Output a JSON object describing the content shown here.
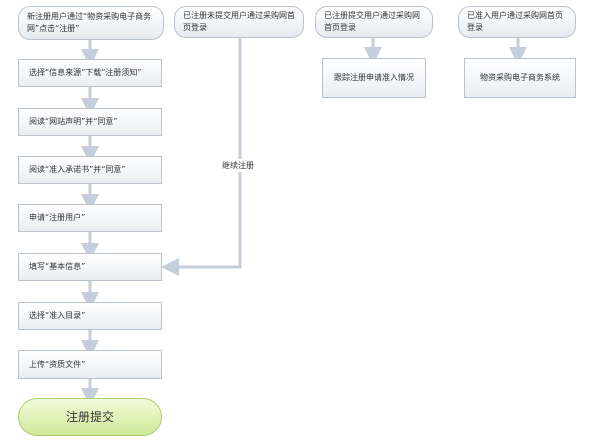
{
  "flowchart": {
    "start_new": "新注册用户通过“物资采购电子商务网”点击“注册”",
    "start_unsubmitted": "已注册未提交用户通过采购网首页登录",
    "start_submitted": "已注册提交用户通过采购网首页登录",
    "start_admitted": "已准入用户通过采购网首页登录",
    "step_download": "选择“信息来源”下载“注册须知”",
    "step_statement": "阅读“网站声明”并“同意”",
    "step_commitment": "阅读“准入承诺书”并“同意”",
    "step_apply": "申请“注册用户”",
    "step_basic_info": "填写“基本信息”",
    "step_catalog": "选择“准入目录”",
    "step_upload": "上传“资质文件”",
    "step_submit": "注册提交",
    "track_status": "跟踪注册申请准入情况",
    "ecommerce_system": "物资采购电子商务系统",
    "continue_label": "继续注册"
  },
  "colors": {
    "arrow": "#c5cfdb",
    "box_border": "#b9c3cf",
    "submit_fill": "#cfe99a"
  }
}
